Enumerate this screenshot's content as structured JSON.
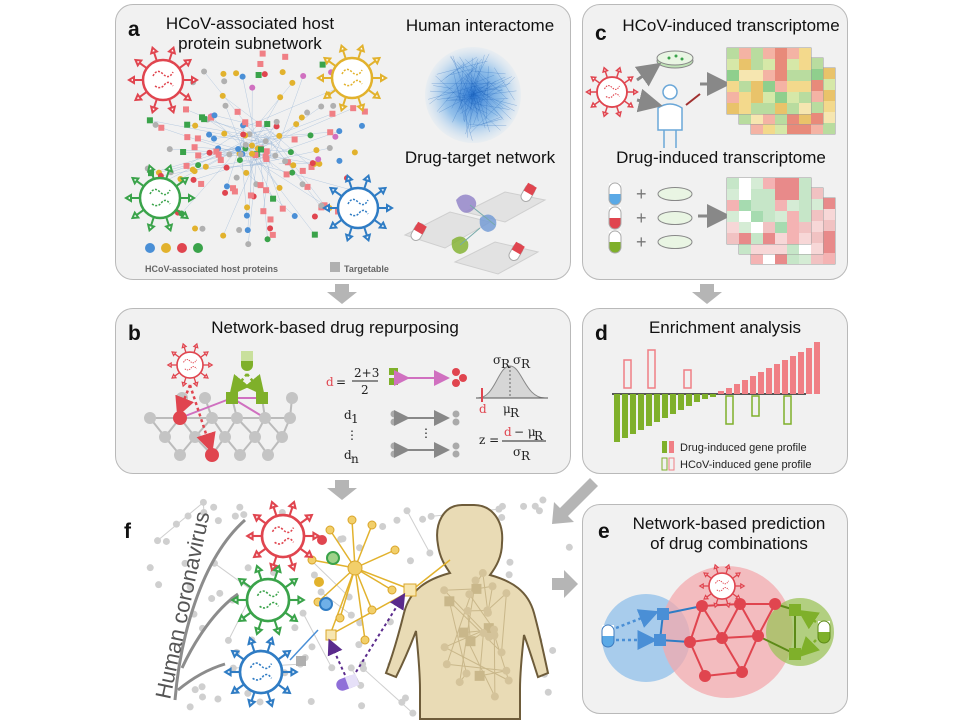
{
  "panel_a": {
    "letter": "a",
    "title_line1": "HCoV-associated host",
    "title_line2": "protein subnetwork",
    "interactome_title": "Human interactome",
    "drug_target_title": "Drug-target network",
    "legend_host": "HCoV-associated host proteins",
    "legend_targetable": "Targetable"
  },
  "panel_b": {
    "letter": "b",
    "title": "Network-based drug repurposing",
    "eq_d": "d",
    "eq_num": "2+3",
    "eq_den": "2",
    "d1": "d",
    "d1_sub": "1",
    "dn": "d",
    "dn_sub": "n",
    "sigma": "σ",
    "sub_R": "R",
    "mu": "μ",
    "z_eq": "z =",
    "z_num_rest": "− μ",
    "dots_v": "⋮"
  },
  "panel_c": {
    "letter": "c",
    "title1": "HCoV-induced transcriptome",
    "title2": "Drug-induced transcriptome",
    "plus": "+"
  },
  "panel_d": {
    "letter": "d",
    "title": "Enrichment analysis",
    "legend_drug": "Drug-induced gene profile",
    "legend_hcov": "HCoV-induced gene profile"
  },
  "panel_e": {
    "letter": "e",
    "title_line1": "Network-based prediction",
    "title_line2": "of drug combinations"
  },
  "panel_f": {
    "letter": "f",
    "human_coronavirus": "Human coronavirus"
  },
  "colors": {
    "red": "#e0454f",
    "green": "#3aa34a",
    "blue": "#2f7cc4",
    "yellow": "#e2b22d",
    "olive": "#7fb02a",
    "pink": "#f07f85"
  }
}
